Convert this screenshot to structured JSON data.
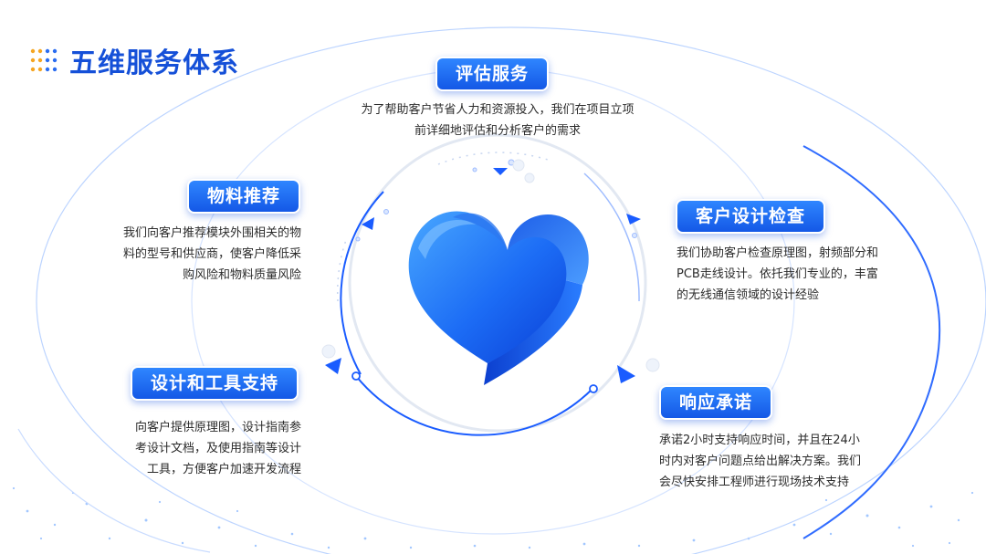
{
  "page": {
    "title": "五维服务体系",
    "accent_color": "#1458e6",
    "title_color": "#1550d8",
    "dot_colors": [
      "#f5a623",
      "#2a6cf0"
    ]
  },
  "center_icon": "blue-heart-icon",
  "services": [
    {
      "name": "评估服务",
      "lines": [
        "为了帮助客户节省人力和资源投入，我们在项目立项",
        "前详细地评估和分析客户的需求"
      ]
    },
    {
      "name": "物料推荐",
      "lines": [
        "我们向客户推荐模块外围相关的物",
        "料的型号和供应商，使客户降低采",
        "购风险和物料质量风险"
      ]
    },
    {
      "name": "客户设计检查",
      "lines": [
        "我们协助客户检查原理图，射频部分和",
        "PCB走线设计。依托我们专业的，丰富",
        "的无线通信领域的设计经验"
      ]
    },
    {
      "name": "设计和工具支持",
      "lines": [
        "向客户提供原理图，设计指南参",
        "考设计文档，及使用指南等设计",
        "工具，方便客户加速开发流程"
      ]
    },
    {
      "name": "响应承诺",
      "lines": [
        "承诺2小时支持响应时间，并且在24小",
        "时内对客户问题点给出解决方案。我们",
        "会尽快安排工程师进行现场技术支持"
      ]
    }
  ]
}
